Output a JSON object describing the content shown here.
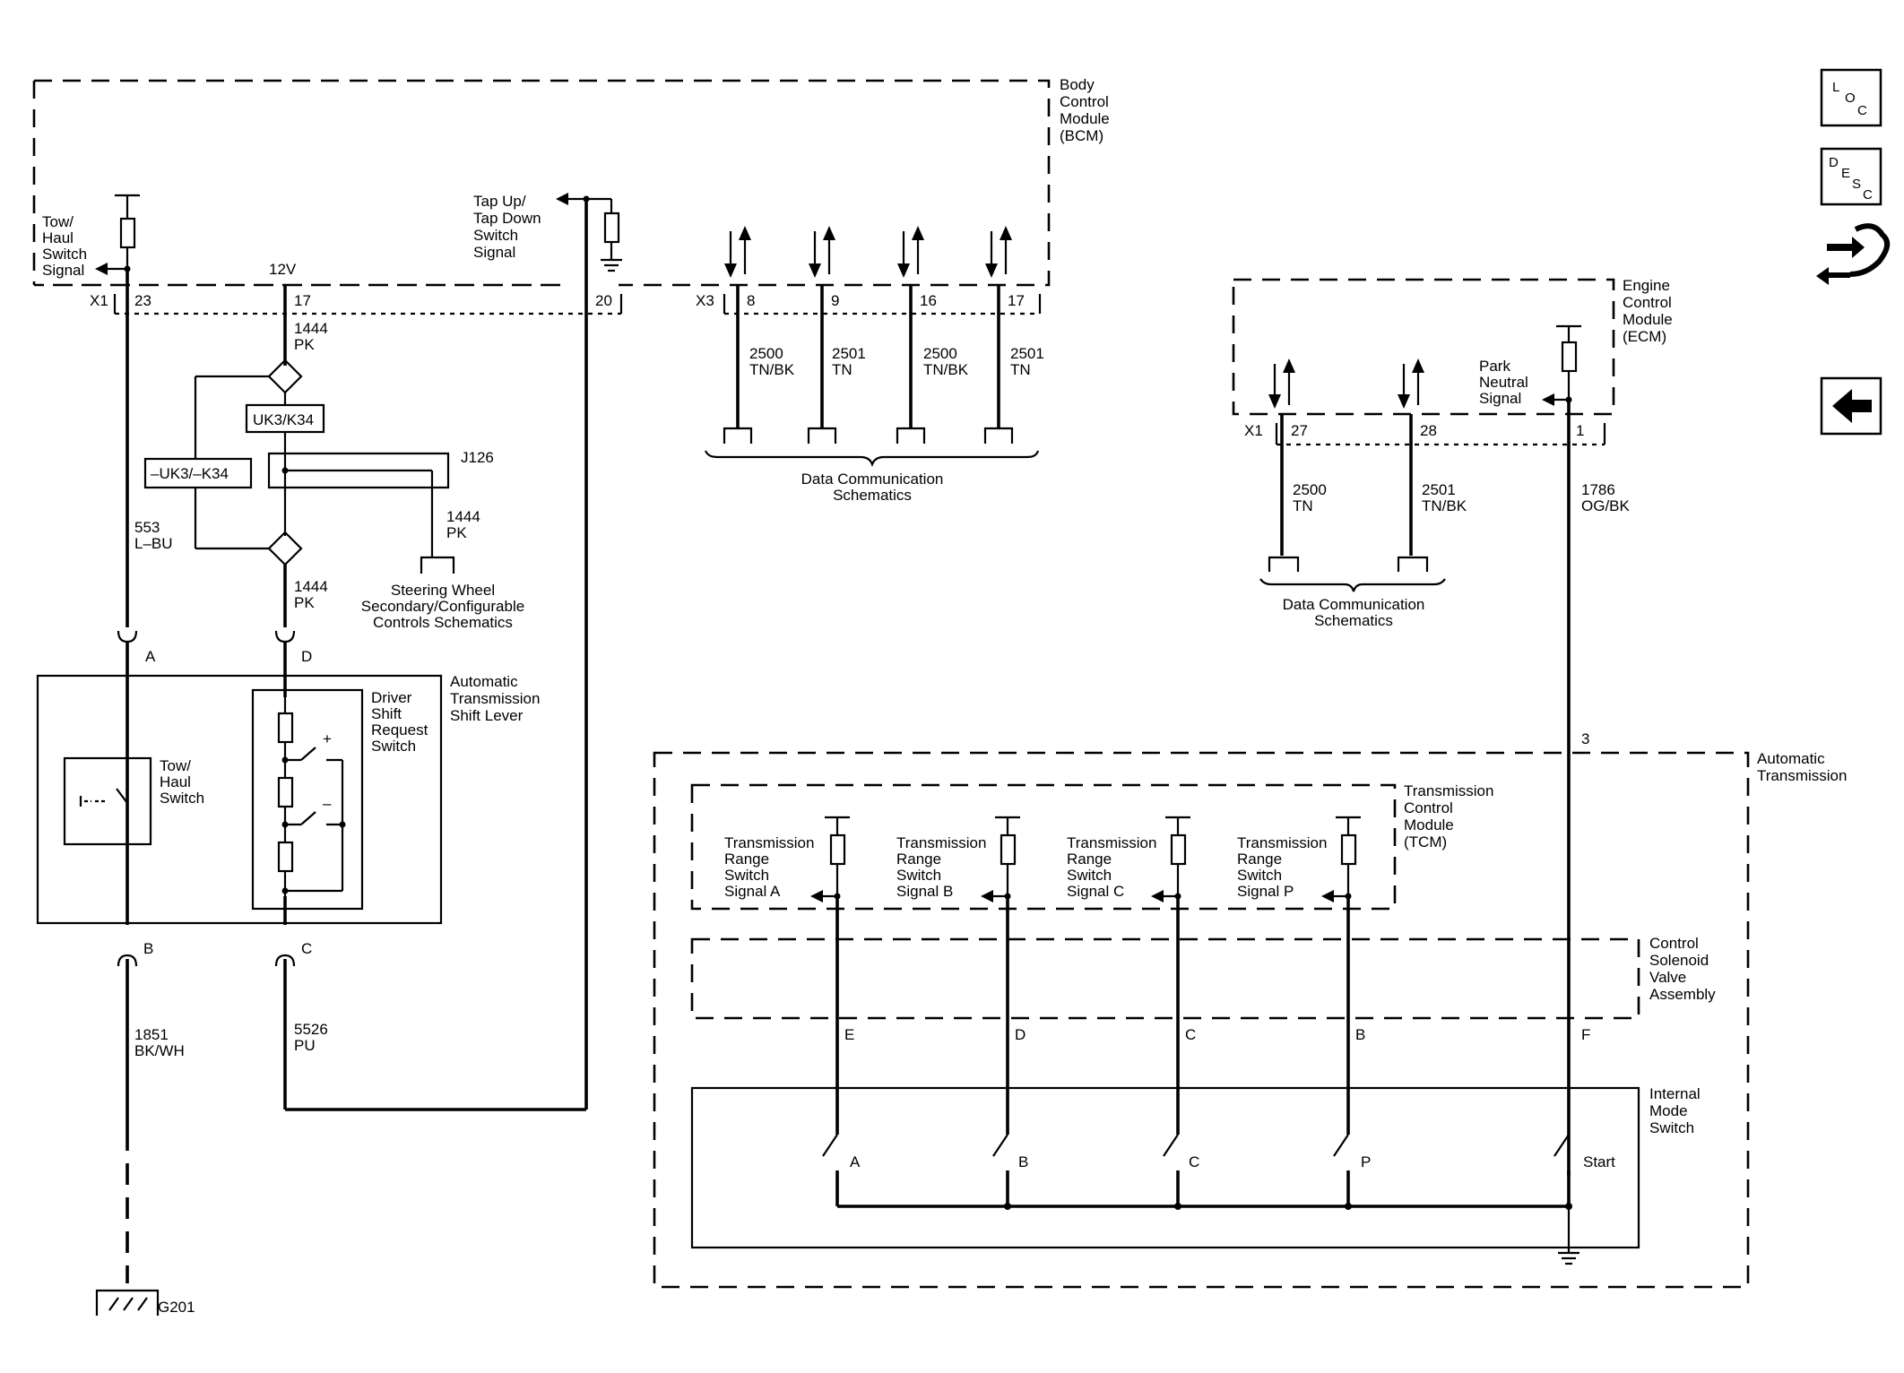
{
  "modules": {
    "bcm": [
      "Body",
      "Control",
      "Module",
      "(BCM)"
    ],
    "ecm": [
      "Engine",
      "Control",
      "Module",
      "(ECM)"
    ],
    "shift_lever": [
      "Automatic",
      "Transmission",
      "Shift Lever"
    ],
    "driver_shift": [
      "Driver",
      "Shift",
      "Request",
      "Switch"
    ],
    "tow_haul_sw": [
      "Tow/",
      "Haul",
      "Switch"
    ],
    "auto_trans": [
      "Automatic",
      "Transmission"
    ],
    "tcm": [
      "Transmission",
      "Control",
      "Module",
      "(TCM)"
    ],
    "solenoid": [
      "Control",
      "Solenoid",
      "Valve",
      "Assembly"
    ],
    "ims": [
      "Internal",
      "Mode",
      "Switch"
    ]
  },
  "bcm_signals": {
    "tow_haul": [
      "Tow/",
      "Haul",
      "Switch",
      "Signal"
    ],
    "tap": [
      "Tap Up/",
      "Tap Down",
      "Switch",
      "Signal"
    ],
    "v12": "12V"
  },
  "connectors": {
    "bcm_x1": "X1",
    "bcm_x3": "X3",
    "ecm_x1": "X1",
    "p23": "23",
    "p17": "17",
    "p20": "20",
    "p8": "8",
    "p9": "9",
    "p16": "16",
    "p17b": "17",
    "p27": "27",
    "p28": "28",
    "p1": "1",
    "p3": "3",
    "inline_a": "A",
    "inline_b": "B",
    "inline_c": "C",
    "inline_d": "D"
  },
  "wires": {
    "w1444a": [
      "1444",
      "PK"
    ],
    "w1444b": [
      "1444",
      "PK"
    ],
    "w1444c": [
      "1444",
      "PK"
    ],
    "w553": [
      "553",
      "L–BU"
    ],
    "w1851": [
      "1851",
      "BK/WH"
    ],
    "w5526": [
      "5526",
      "PU"
    ],
    "w2500a": [
      "2500",
      "TN/BK"
    ],
    "w2501a": [
      "2501",
      "TN"
    ],
    "w2500b": [
      "2500",
      "TN/BK"
    ],
    "w2501b": [
      "2501",
      "TN"
    ],
    "w2500c": [
      "2500",
      "TN"
    ],
    "w2501c": [
      "2501",
      "TN/BK"
    ],
    "w1786": [
      "1786",
      "OG/BK"
    ]
  },
  "splices": {
    "uk3k34": "UK3/K34",
    "nuk3k34": "–UK3/–K34",
    "j126": "J126"
  },
  "refs": {
    "data_comm_1": [
      "Data Communication",
      "Schematics"
    ],
    "data_comm_2": [
      "Data Communication",
      "Schematics"
    ],
    "steering": [
      "Steering Wheel",
      "Secondary/Configurable",
      "Controls Schematics"
    ],
    "park_neutral": [
      "Park",
      "Neutral",
      "Signal"
    ]
  },
  "trs": {
    "a": [
      "Transmission",
      "Range",
      "Switch",
      "Signal A"
    ],
    "b": [
      "Transmission",
      "Range",
      "Switch",
      "Signal B"
    ],
    "c": [
      "Transmission",
      "Range",
      "Switch",
      "Signal C"
    ],
    "p": [
      "Transmission",
      "Range",
      "Switch",
      "Signal P"
    ]
  },
  "tcm_pins": [
    "E",
    "D",
    "C",
    "B",
    "F"
  ],
  "ims_contacts": [
    "A",
    "B",
    "C",
    "P",
    "Start"
  ],
  "switch_signs": {
    "plus": "+",
    "minus": "–"
  },
  "ground": "G201",
  "nav": {
    "loc": [
      "L",
      "O",
      "C"
    ],
    "desc": [
      "D",
      "E",
      "S",
      "C"
    ],
    "icons": [
      "connector-end-view-icon",
      "back-arrow-icon"
    ]
  }
}
